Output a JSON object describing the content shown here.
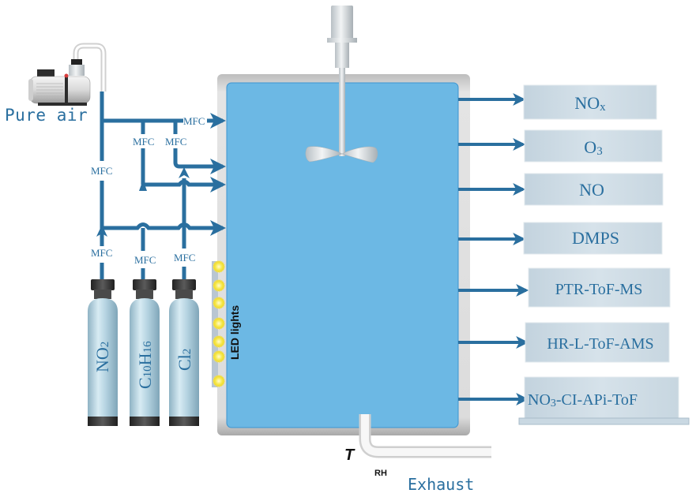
{
  "title": "Chamber experimental setup",
  "pure_air": {
    "label": "Pure air"
  },
  "mfc_label": "MFC",
  "gas_cylinders": [
    {
      "id": "no2",
      "main": "NO",
      "sub": "2"
    },
    {
      "id": "c10h16",
      "main": "C",
      "sub1": "10",
      "main2": "H",
      "sub2": "16"
    },
    {
      "id": "cl2",
      "main": "Cl",
      "sub": "2"
    }
  ],
  "led": {
    "label": "LED lights"
  },
  "sensors": {
    "temperature": "T",
    "humidity": "RH"
  },
  "exhaust": {
    "label": "Exhaust"
  },
  "instruments": [
    {
      "main": "NO",
      "sub": "x"
    },
    {
      "main": "O",
      "sub": "3"
    },
    {
      "main": "NO",
      "sub": ""
    },
    {
      "main": "DMPS",
      "sub": ""
    },
    {
      "main": "PTR-ToF-MS",
      "sub": ""
    },
    {
      "main": "HR-L-ToF-AMS",
      "sub": ""
    },
    {
      "main": "NO",
      "sub": "3",
      "rest": "-CI-APi-ToF"
    }
  ],
  "colors": {
    "pipe": "#2a6f9f",
    "chamber_fill": "#6cb8e4",
    "chamber_frame": "#d6d6d6",
    "instrument_box": "#ccdae4",
    "text_blue": "#2a6f9f",
    "cylinder": "#a9cad9",
    "led": "#f7ea4a"
  }
}
